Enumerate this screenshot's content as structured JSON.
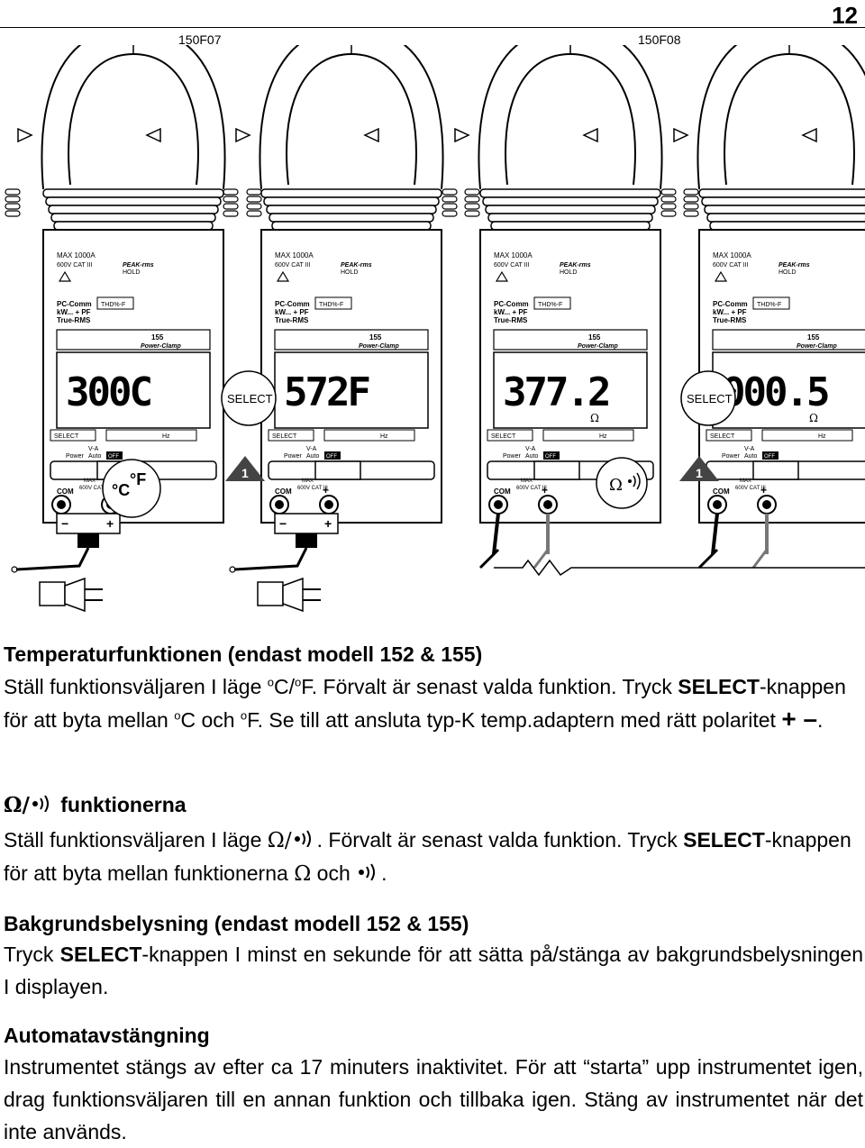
{
  "page": {
    "number": "12"
  },
  "figures": {
    "label_left": "150F07",
    "label_right": "150F08",
    "meter": {
      "max_current": "MAX 1000A",
      "category": "600V CAT III",
      "peak_rms": "PEAK-rms",
      "hold": "HOLD",
      "pc_comm": "PC-Comm",
      "kw_pf": "kW... + PF",
      "true_rms": "True-RMS",
      "thd": "THD%-F",
      "model": "155",
      "model_name": "Power-Clamp",
      "select_label": "SELECT",
      "hz": "Hz",
      "power": "Power",
      "auto": "Auto",
      "va": "V-A",
      "off": "OFF",
      "com": "COM",
      "max_small": "MAX",
      "cat_small": "600V CAT III"
    },
    "displays": [
      "300C",
      "572F",
      "377.2",
      "000.5"
    ],
    "ohm_unit": "Ω",
    "select_callout": "SELECT",
    "step_number": "1",
    "callout_degc": "°C",
    "callout_degf": "°F",
    "callout_ohm": "Ω",
    "plus": "+",
    "minus": "−"
  },
  "sections": {
    "temp": {
      "heading": "Temperaturfunktionen (endast modell 152 & 155)",
      "p1": "Ställ funktionsväljaren I läge ",
      "o": "o",
      "c_slash": "C/",
      "p2": "F. Förvalt är senast valda funktion. Tryck ",
      "select": "SELECT",
      "p3": "-knappen för att byta mellan ",
      "c_och": "C och ",
      "p4": "F. Se till att ansluta typ-K temp.adaptern med rätt polaritet ",
      "polarity": "+ –",
      "period": "."
    },
    "ohm": {
      "heading_sym": "Ω/",
      "heading": " funktionerna",
      "p1": "Ställ funktionsväljaren I läge ",
      "sym_ohm_slash": "Ω/",
      "p2": ". Förvalt är senast valda funktion. Tryck ",
      "select": "SELECT",
      "p3": "-knappen för att byta mellan funktionerna ",
      "ohm": "Ω",
      "och": " och ",
      "period": "."
    },
    "backlight": {
      "heading": "Bakgrundsbelysning (endast modell 152 & 155)",
      "p1": "Tryck ",
      "select": "SELECT",
      "p2": "-knappen I minst en sekunde för att sätta på/stänga av bakgrundsbelysningen I displayen."
    },
    "auto_off": {
      "heading": "Automatavstängning",
      "p1": "Instrumentet stängs av efter ca 17 minuters inaktivitet. För att “starta” upp instrumentet igen, drag funktionsväljaren till en annan funktion och tillbaka igen. Stäng av instrumentet när det inte används."
    }
  }
}
